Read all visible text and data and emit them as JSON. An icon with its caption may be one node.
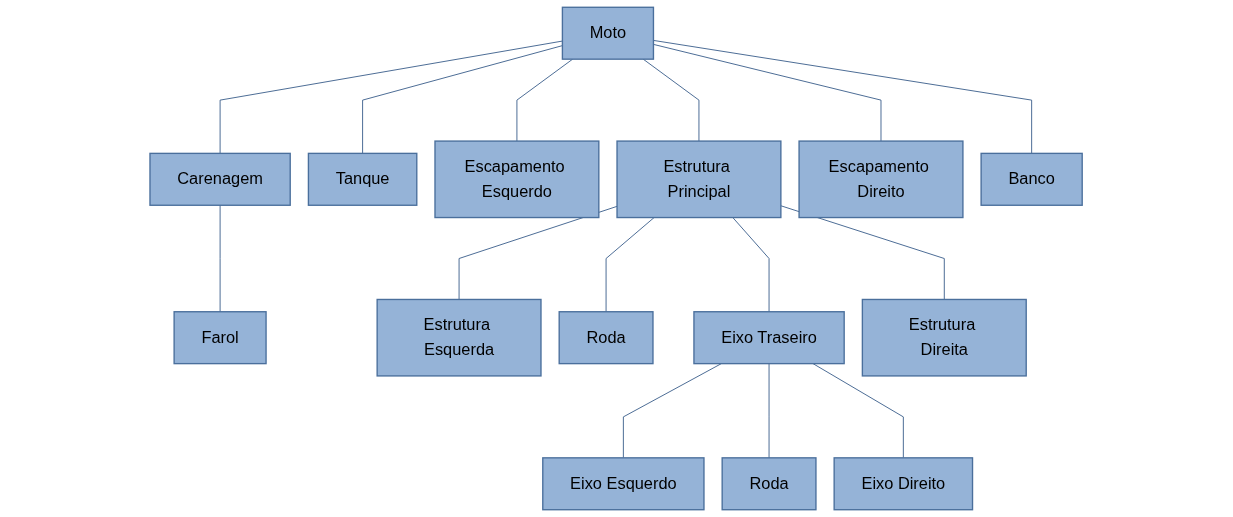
{
  "diagram": {
    "nodes": [
      {
        "text": [
          "Moto"
        ]
      },
      {
        "text": [
          "Carenagem"
        ]
      },
      {
        "text": [
          "Tanque"
        ]
      },
      {
        "text": [
          "Escapamento Esquerdo"
        ]
      },
      {
        "text": [
          "Estrutura Principal"
        ]
      },
      {
        "text": [
          "Escapamento Direito"
        ]
      },
      {
        "text": [
          "Banco"
        ]
      },
      {
        "text": [
          "Farol"
        ]
      },
      {
        "text": [
          "Estrutura Esquerda"
        ]
      },
      {
        "text": [
          "Roda"
        ]
      },
      {
        "text": [
          "Eixo Traseiro"
        ]
      },
      {
        "text": [
          "Estrutura Direita"
        ]
      },
      {
        "text": [
          "Eixo Esquerdo"
        ]
      },
      {
        "text": [
          "Roda"
        ]
      },
      {
        "text": [
          "Eixo Direito"
        ]
      }
    ],
    "edges": [
      {
        "from": 0,
        "to": 1,
        "arrow": "none"
      },
      {
        "from": 0,
        "to": 2,
        "arrow": "none"
      },
      {
        "from": 0,
        "to": 3,
        "arrow": "none"
      },
      {
        "from": 0,
        "to": 4,
        "arrow": "none"
      },
      {
        "from": 0,
        "to": 5,
        "arrow": "none"
      },
      {
        "from": 0,
        "to": 6,
        "arrow": "none"
      },
      {
        "from": 1,
        "to": 7,
        "arrow": "none"
      },
      {
        "from": 4,
        "to": 8,
        "arrow": "none"
      },
      {
        "from": 4,
        "to": 9,
        "arrow": "none"
      },
      {
        "from": 4,
        "to": 10,
        "arrow": "none"
      },
      {
        "from": 4,
        "to": 11,
        "arrow": "none"
      },
      {
        "from": 10,
        "to": 12,
        "arrow": "none"
      },
      {
        "from": 10,
        "to": 13,
        "arrow": "none"
      },
      {
        "from": 10,
        "to": 14,
        "arrow": "none"
      }
    ]
  }
}
